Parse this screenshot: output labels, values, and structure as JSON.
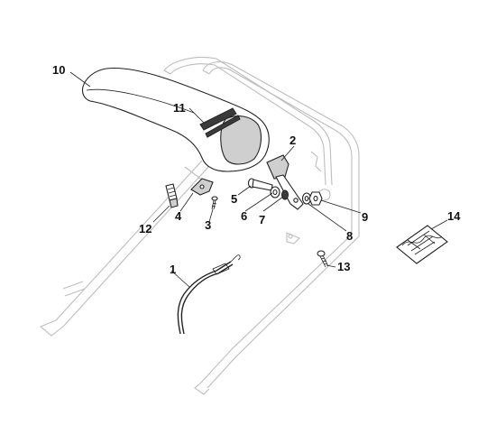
{
  "diagram": {
    "part_labels": [
      "1",
      "2",
      "3",
      "4",
      "5",
      "6",
      "7",
      "8",
      "9",
      "10",
      "11",
      "12",
      "13",
      "14"
    ]
  }
}
